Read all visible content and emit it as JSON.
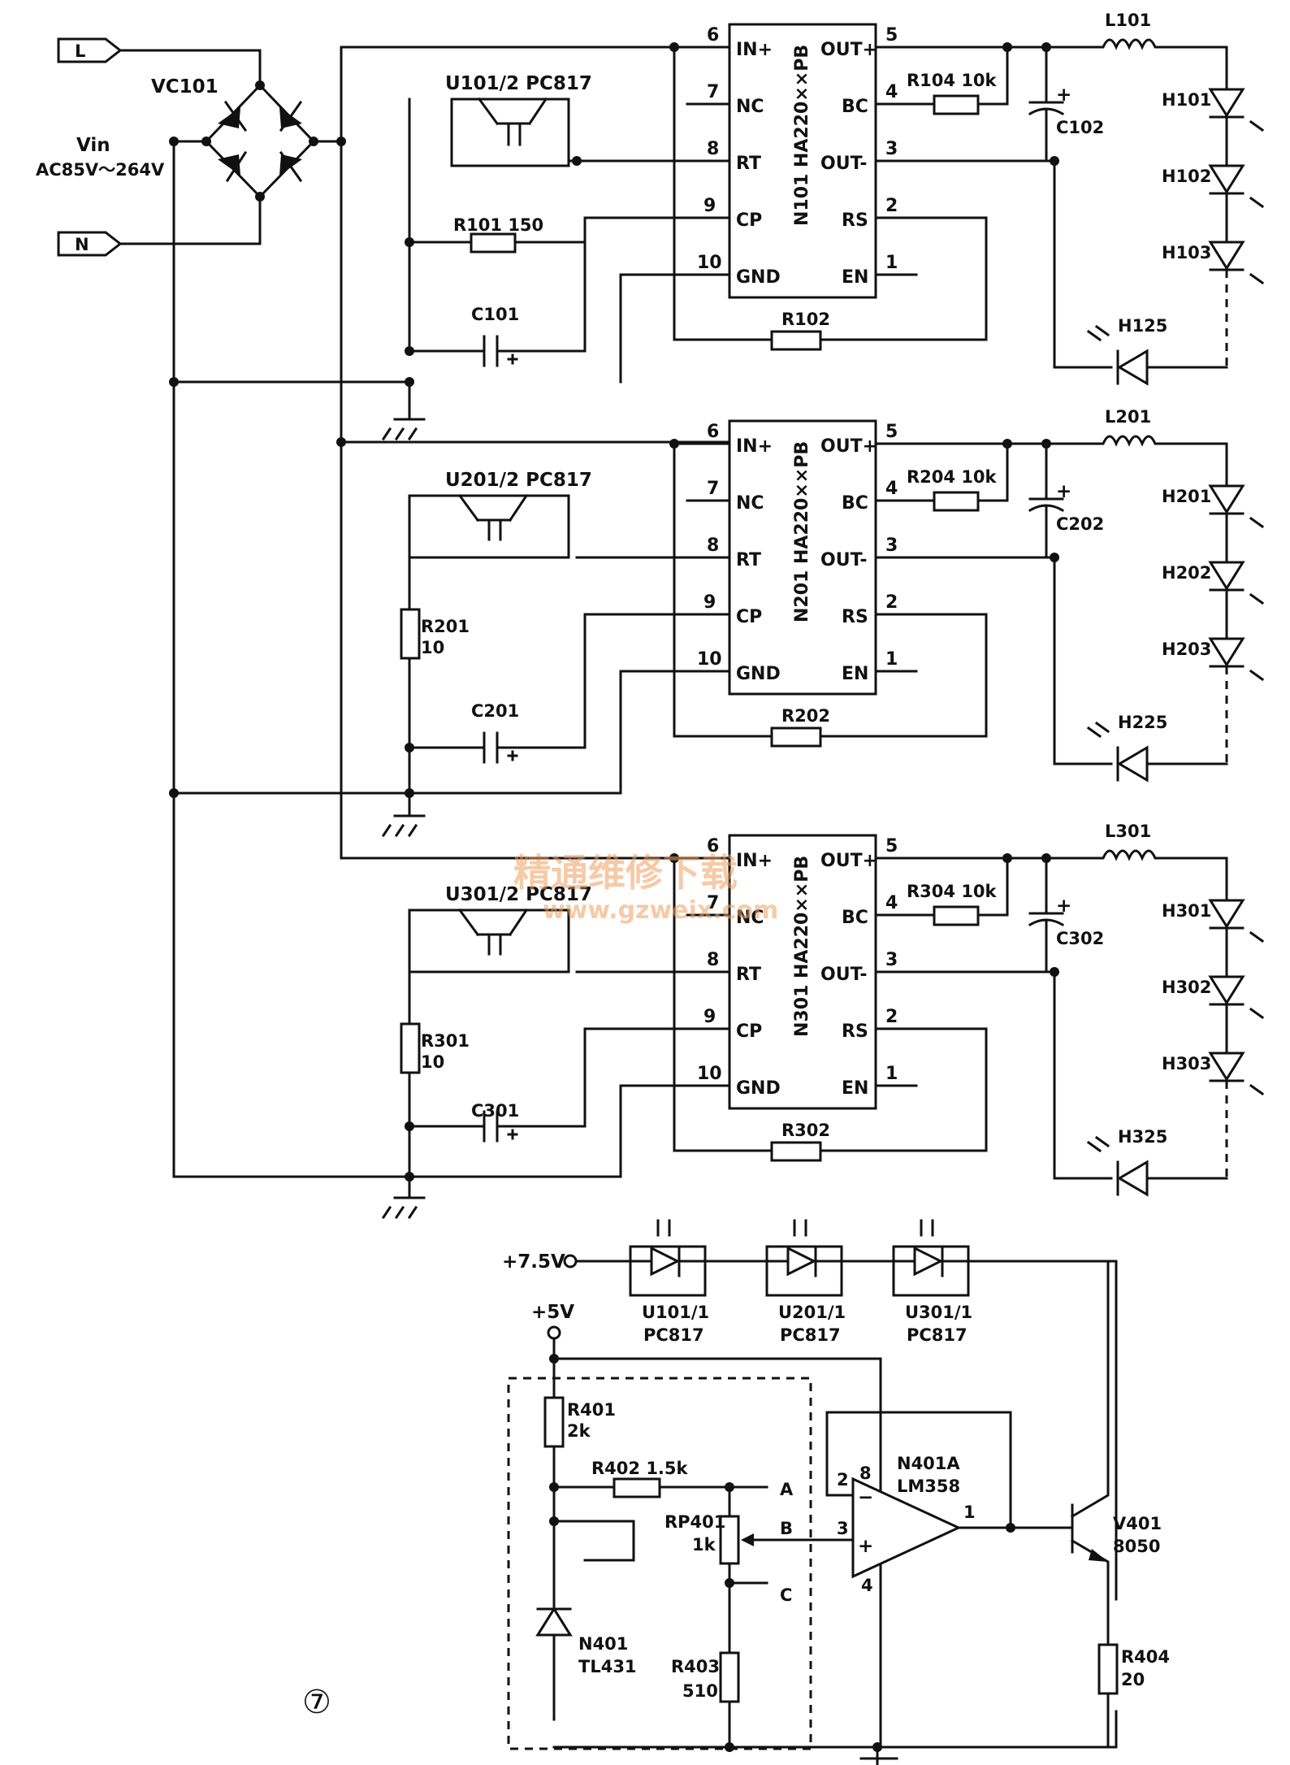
{
  "inputs": {
    "L": "L",
    "N": "N",
    "vin": "Vin",
    "vin_range": "AC85V～264V",
    "bridge": "VC101"
  },
  "drivers": [
    {
      "ic": "N101 HA220××PB",
      "opto": "U101/2 PC817",
      "r_top": "R101 150",
      "r_top_name": "",
      "r_top_val": "",
      "cap": "C101",
      "rs": "R102",
      "rbc": "R104 10k",
      "cout": "C102",
      "ind": "L101",
      "leds": [
        "H101",
        "H102",
        "H103"
      ],
      "last_led": "H125"
    },
    {
      "ic": "N201 HA220××PB",
      "opto": "U201/2 PC817",
      "r_top": "",
      "r_top_name": "R201",
      "r_top_val": "10",
      "cap": "C201",
      "rs": "R202",
      "rbc": "R204 10k",
      "cout": "C202",
      "ind": "L201",
      "leds": [
        "H201",
        "H202",
        "H203"
      ],
      "last_led": "H225"
    },
    {
      "ic": "N301 HA220××PB",
      "opto": "U301/2 PC817",
      "r_top": "",
      "r_top_name": "R301",
      "r_top_val": "10",
      "cap": "C301",
      "rs": "R302",
      "rbc": "R304 10k",
      "cout": "C302",
      "ind": "L301",
      "leds": [
        "H301",
        "H302",
        "H303"
      ],
      "last_led": "H325"
    }
  ],
  "pins": {
    "left": [
      {
        "num": "6",
        "label": "IN+"
      },
      {
        "num": "7",
        "label": "NC"
      },
      {
        "num": "8",
        "label": "RT"
      },
      {
        "num": "9",
        "label": "CP"
      },
      {
        "num": "10",
        "label": "GND"
      }
    ],
    "right": [
      {
        "num": "5",
        "label": "OUT+"
      },
      {
        "num": "4",
        "label": "BC"
      },
      {
        "num": "3",
        "label": "OUT-"
      },
      {
        "num": "2",
        "label": "RS"
      },
      {
        "num": "1",
        "label": "EN"
      }
    ]
  },
  "control": {
    "v75": "+7.5V",
    "v5": "+5V",
    "optos": [
      {
        "name": "U101/1",
        "part": "PC817"
      },
      {
        "name": "U201/1",
        "part": "PC817"
      },
      {
        "name": "U301/1",
        "part": "PC817"
      }
    ],
    "r401": "R401",
    "r401_val": "2k",
    "r402": "R402 1.5k",
    "rp401": "RP401",
    "rp401_val": "1k",
    "r403": "R403",
    "r403_val": "510",
    "tl431": "N401",
    "tl431_part": "TL431",
    "opamp": "N401A",
    "opamp_part": "LM358",
    "q": "V401",
    "q_part": "8050",
    "r404": "R404",
    "r404_val": "20",
    "pin_labels": [
      "A",
      "B",
      "C"
    ],
    "op_pins": [
      "2",
      "8",
      "3",
      "4",
      "1"
    ],
    "minus": "−",
    "plus": "+"
  },
  "figure_number": "⑦",
  "watermark": {
    "line1": "精通维修下载",
    "line2": "www.gzweix.com"
  }
}
